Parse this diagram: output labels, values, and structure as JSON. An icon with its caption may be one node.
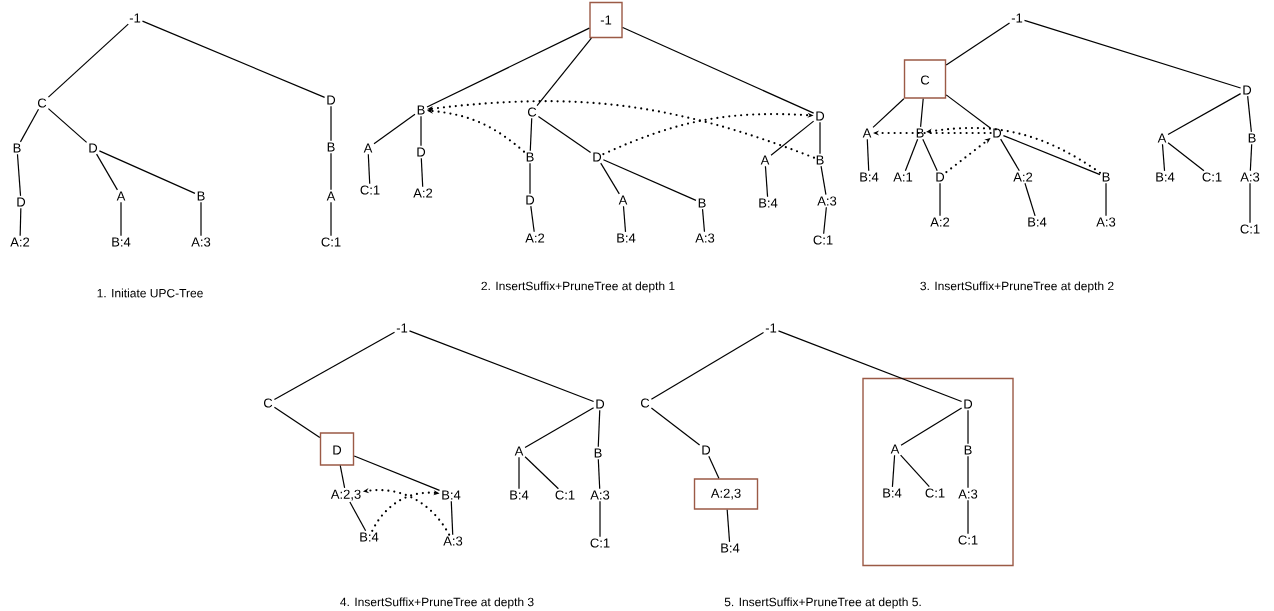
{
  "diagram": {
    "nodes": [
      {
        "text": [
          "-1"
        ]
      },
      {
        "text": [
          "C"
        ]
      },
      {
        "text": [
          "B"
        ]
      },
      {
        "text": [
          "D"
        ]
      },
      {
        "text": [
          "A:2"
        ]
      },
      {
        "text": [
          "D"
        ]
      },
      {
        "text": [
          "A"
        ]
      },
      {
        "text": [
          "B:4"
        ]
      },
      {
        "text": [
          "B"
        ]
      },
      {
        "text": [
          "A:3"
        ]
      },
      {
        "text": [
          "D"
        ]
      },
      {
        "text": [
          "B"
        ]
      },
      {
        "text": [
          "A"
        ]
      },
      {
        "text": [
          "C:1"
        ]
      },
      {
        "text": [],
        "shape": "box"
      },
      {
        "text": [
          "-1"
        ],
        "in": 14
      },
      {
        "text": [
          "B"
        ]
      },
      {
        "text": [
          "A"
        ]
      },
      {
        "text": [
          "C:1"
        ]
      },
      {
        "text": [
          "D"
        ]
      },
      {
        "text": [
          "A:2"
        ]
      },
      {
        "text": [
          "C"
        ]
      },
      {
        "text": [
          "B"
        ]
      },
      {
        "text": [
          "D"
        ]
      },
      {
        "text": [
          "A:2"
        ]
      },
      {
        "text": [
          "D"
        ]
      },
      {
        "text": [
          "A"
        ]
      },
      {
        "text": [
          "B:4"
        ]
      },
      {
        "text": [
          "B"
        ]
      },
      {
        "text": [
          "A:3"
        ]
      },
      {
        "text": [
          "D"
        ]
      },
      {
        "text": [
          "A"
        ]
      },
      {
        "text": [
          "B:4"
        ]
      },
      {
        "text": [
          "B"
        ]
      },
      {
        "text": [
          "A:3"
        ]
      },
      {
        "text": [
          "C:1"
        ]
      },
      {
        "text": [
          "-1"
        ]
      },
      {
        "text": [],
        "shape": "box"
      },
      {
        "text": [
          "C"
        ],
        "in": 37
      },
      {
        "text": [
          "A"
        ]
      },
      {
        "text": [
          "B:4"
        ]
      },
      {
        "text": [
          "B"
        ]
      },
      {
        "text": [
          "A:1"
        ]
      },
      {
        "text": [
          "D"
        ]
      },
      {
        "text": [
          "A:2"
        ]
      },
      {
        "text": [
          "D"
        ]
      },
      {
        "text": [
          "A:2"
        ]
      },
      {
        "text": [
          "B:4"
        ]
      },
      {
        "text": [
          "B"
        ]
      },
      {
        "text": [
          "A:3"
        ]
      },
      {
        "text": [
          "D"
        ]
      },
      {
        "text": [
          "A"
        ]
      },
      {
        "text": [
          "B:4"
        ]
      },
      {
        "text": [
          "C:1"
        ]
      },
      {
        "text": [
          "B"
        ]
      },
      {
        "text": [
          "A:3"
        ]
      },
      {
        "text": [
          "C:1"
        ]
      },
      {
        "text": [
          "-1"
        ]
      },
      {
        "text": [
          "C"
        ]
      },
      {
        "text": [],
        "shape": "box"
      },
      {
        "text": [
          "D"
        ],
        "in": 59
      },
      {
        "text": [
          "A:2,3"
        ]
      },
      {
        "text": [
          "B:4"
        ]
      },
      {
        "text": [
          "B:4"
        ]
      },
      {
        "text": [
          "A:3"
        ]
      },
      {
        "text": [
          "D"
        ]
      },
      {
        "text": [
          "A"
        ]
      },
      {
        "text": [
          "B:4"
        ]
      },
      {
        "text": [
          "C:1"
        ]
      },
      {
        "text": [
          "B"
        ]
      },
      {
        "text": [
          "A:3"
        ]
      },
      {
        "text": [
          "C:1"
        ]
      },
      {
        "text": [
          "-1"
        ]
      },
      {
        "text": [
          "C"
        ]
      },
      {
        "text": [
          "D"
        ]
      },
      {
        "text": [],
        "shape": "box"
      },
      {
        "text": [
          "A:2,3"
        ],
        "in": 75
      },
      {
        "text": [
          "B:4"
        ]
      },
      {
        "text": [],
        "shape": "box"
      },
      {
        "text": [
          "D"
        ],
        "in": 78
      },
      {
        "text": [
          "A"
        ],
        "in": 78
      },
      {
        "text": [
          "B:4"
        ],
        "in": 78
      },
      {
        "text": [
          "C:1"
        ],
        "in": 78
      },
      {
        "text": [
          "B"
        ],
        "in": 78
      },
      {
        "text": [
          "A:3"
        ],
        "in": 78
      },
      {
        "text": [
          "C:1"
        ],
        "in": 78
      }
    ],
    "edges": [
      {
        "from": 0,
        "to": 1,
        "arrow": "none"
      },
      {
        "from": 1,
        "to": 2,
        "arrow": "none"
      },
      {
        "from": 2,
        "to": 3,
        "arrow": "none"
      },
      {
        "from": 3,
        "to": 4,
        "arrow": "none"
      },
      {
        "from": 1,
        "to": 5,
        "arrow": "none"
      },
      {
        "from": 5,
        "to": 6,
        "arrow": "none"
      },
      {
        "from": 6,
        "to": 7,
        "arrow": "none"
      },
      {
        "from": 5,
        "to": 8,
        "arrow": "none"
      },
      {
        "from": 8,
        "to": 9,
        "arrow": "none"
      },
      {
        "from": 0,
        "to": 10,
        "arrow": "none"
      },
      {
        "from": 10,
        "to": 11,
        "arrow": "none"
      },
      {
        "from": 11,
        "to": 12,
        "arrow": "none"
      },
      {
        "from": 12,
        "to": 13,
        "arrow": "none"
      },
      {
        "from": 14,
        "to": 16,
        "arrow": "none"
      },
      {
        "from": 16,
        "to": 17,
        "arrow": "none"
      },
      {
        "from": 17,
        "to": 18,
        "arrow": "none"
      },
      {
        "from": 16,
        "to": 19,
        "arrow": "none"
      },
      {
        "from": 19,
        "to": 20,
        "arrow": "none"
      },
      {
        "from": 14,
        "to": 21,
        "arrow": "none"
      },
      {
        "from": 21,
        "to": 22,
        "arrow": "none"
      },
      {
        "from": 22,
        "to": 23,
        "arrow": "none"
      },
      {
        "from": 23,
        "to": 24,
        "arrow": "none"
      },
      {
        "from": 21,
        "to": 25,
        "arrow": "none"
      },
      {
        "from": 25,
        "to": 26,
        "arrow": "none"
      },
      {
        "from": 26,
        "to": 27,
        "arrow": "none"
      },
      {
        "from": 25,
        "to": 28,
        "arrow": "none"
      },
      {
        "from": 28,
        "to": 29,
        "arrow": "none"
      },
      {
        "from": 14,
        "to": 30,
        "arrow": "none"
      },
      {
        "from": 30,
        "to": 31,
        "arrow": "none"
      },
      {
        "from": 31,
        "to": 32,
        "arrow": "none"
      },
      {
        "from": 30,
        "to": 33,
        "arrow": "none"
      },
      {
        "from": 33,
        "to": 34,
        "arrow": "none"
      },
      {
        "from": 34,
        "to": 35,
        "arrow": "none"
      },
      {
        "from": 22,
        "to": 16,
        "arrow": "to",
        "style": "dashed"
      },
      {
        "from": 33,
        "to": 16,
        "arrow": "to",
        "style": "dashed"
      },
      {
        "from": 25,
        "to": 30,
        "arrow": "to",
        "style": "dashed"
      },
      {
        "from": 36,
        "to": 37,
        "arrow": "none"
      },
      {
        "from": 37,
        "to": 39,
        "arrow": "none"
      },
      {
        "from": 39,
        "to": 40,
        "arrow": "none"
      },
      {
        "from": 37,
        "to": 41,
        "arrow": "none"
      },
      {
        "from": 41,
        "to": 42,
        "arrow": "none"
      },
      {
        "from": 41,
        "to": 43,
        "arrow": "none"
      },
      {
        "from": 43,
        "to": 44,
        "arrow": "none"
      },
      {
        "from": 37,
        "to": 45,
        "arrow": "none"
      },
      {
        "from": 45,
        "to": 46,
        "arrow": "none"
      },
      {
        "from": 46,
        "to": 47,
        "arrow": "none"
      },
      {
        "from": 45,
        "to": 48,
        "arrow": "none"
      },
      {
        "from": 48,
        "to": 49,
        "arrow": "none"
      },
      {
        "from": 36,
        "to": 50,
        "arrow": "none"
      },
      {
        "from": 50,
        "to": 51,
        "arrow": "none"
      },
      {
        "from": 51,
        "to": 52,
        "arrow": "none"
      },
      {
        "from": 51,
        "to": 53,
        "arrow": "none"
      },
      {
        "from": 50,
        "to": 54,
        "arrow": "none"
      },
      {
        "from": 54,
        "to": 55,
        "arrow": "none"
      },
      {
        "from": 55,
        "to": 56,
        "arrow": "none"
      },
      {
        "from": 45,
        "to": 39,
        "arrow": "to",
        "style": "dashed"
      },
      {
        "from": 48,
        "to": 41,
        "arrow": "to",
        "style": "dashed"
      },
      {
        "from": 43,
        "to": 45,
        "arrow": "to",
        "style": "dashed"
      },
      {
        "from": 57,
        "to": 58,
        "arrow": "none"
      },
      {
        "from": 58,
        "to": 59,
        "arrow": "none"
      },
      {
        "from": 59,
        "to": 61,
        "arrow": "none"
      },
      {
        "from": 61,
        "to": 62,
        "arrow": "none"
      },
      {
        "from": 59,
        "to": 63,
        "arrow": "none"
      },
      {
        "from": 63,
        "to": 64,
        "arrow": "none"
      },
      {
        "from": 57,
        "to": 65,
        "arrow": "none"
      },
      {
        "from": 65,
        "to": 66,
        "arrow": "none"
      },
      {
        "from": 66,
        "to": 67,
        "arrow": "none"
      },
      {
        "from": 66,
        "to": 68,
        "arrow": "none"
      },
      {
        "from": 65,
        "to": 69,
        "arrow": "none"
      },
      {
        "from": 69,
        "to": 70,
        "arrow": "none"
      },
      {
        "from": 70,
        "to": 71,
        "arrow": "none"
      },
      {
        "from": 62,
        "to": 63,
        "arrow": "to",
        "style": "dashed"
      },
      {
        "from": 64,
        "to": 61,
        "arrow": "to",
        "style": "dashed"
      },
      {
        "from": 72,
        "to": 73,
        "arrow": "none"
      },
      {
        "from": 73,
        "to": 74,
        "arrow": "none"
      },
      {
        "from": 74,
        "to": 75,
        "arrow": "none"
      },
      {
        "from": 75,
        "to": 77,
        "arrow": "none"
      },
      {
        "from": 72,
        "to": 79,
        "arrow": "none"
      },
      {
        "from": 79,
        "to": 80,
        "arrow": "none"
      },
      {
        "from": 80,
        "to": 81,
        "arrow": "none"
      },
      {
        "from": 80,
        "to": 82,
        "arrow": "none"
      },
      {
        "from": 79,
        "to": 83,
        "arrow": "none"
      },
      {
        "from": 83,
        "to": 84,
        "arrow": "none"
      },
      {
        "from": 84,
        "to": 85,
        "arrow": "none"
      }
    ],
    "labels": [
      "1. Initiate UPC-Tree",
      "2. InsertSuffix+PruneTree at depth 1",
      "3. InsertSuffix+PruneTree at depth 2",
      "4. InsertSuffix+PruneTree at depth 3",
      "5. InsertSuffix+PruneTree at depth 5."
    ]
  }
}
